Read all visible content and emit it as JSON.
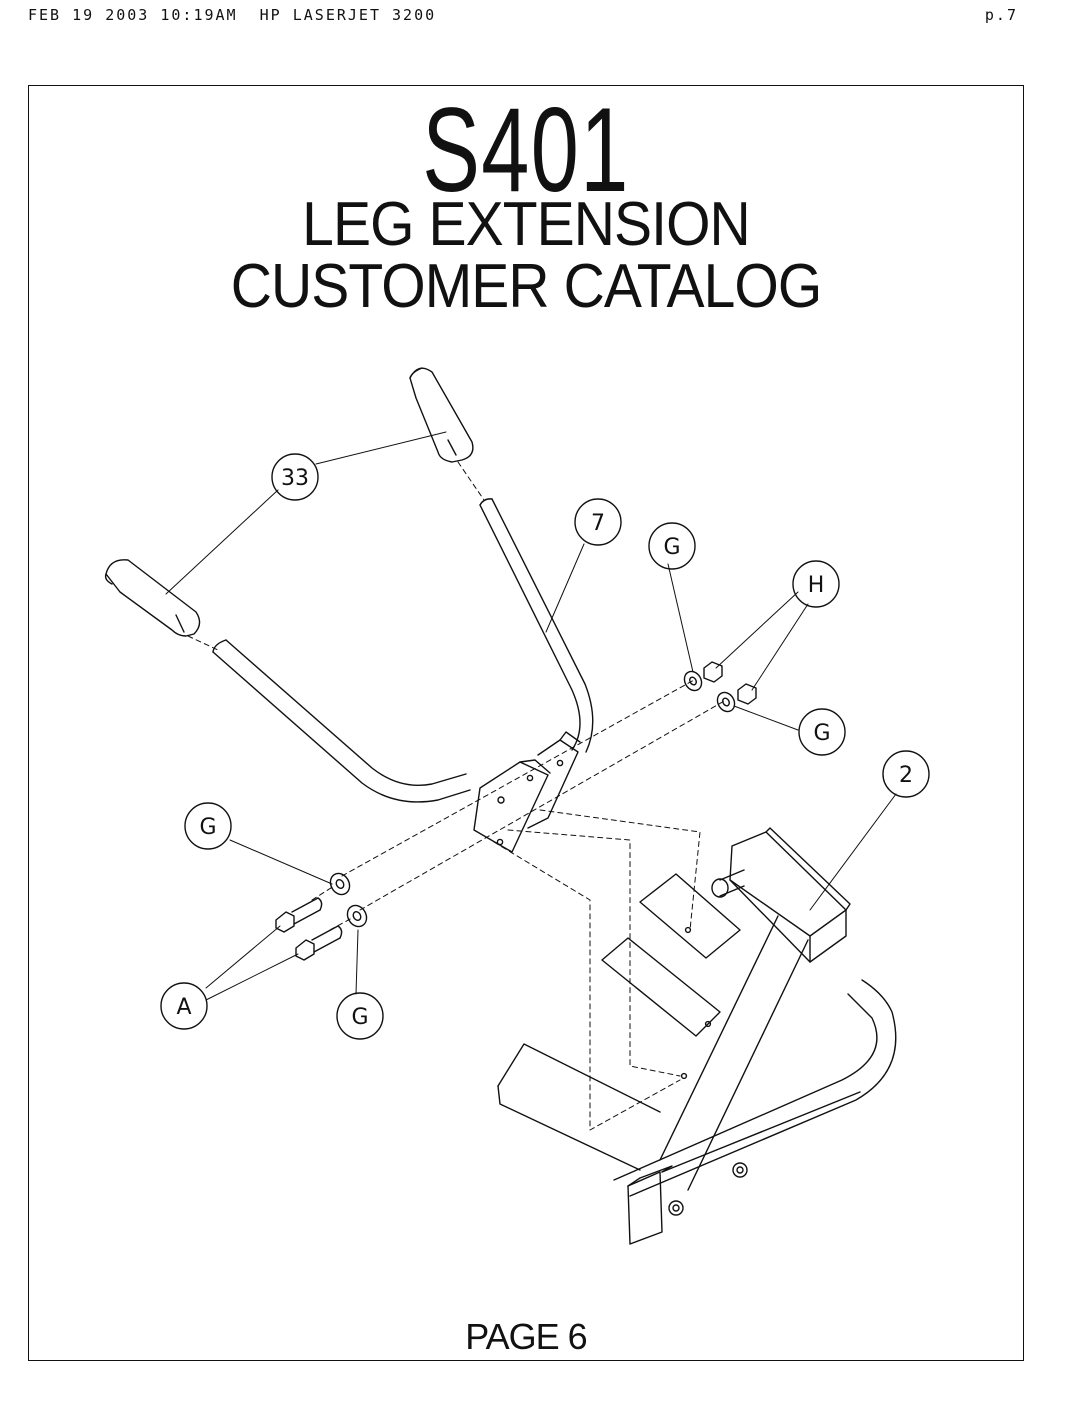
{
  "fax_header": {
    "left": "FEB 19 2003 10:19AM  HP LASERJET 3200",
    "right": "p.7"
  },
  "catalog": {
    "model": "S401",
    "title_line1": "LEG EXTENSION",
    "title_line2": "CUSTOMER CATALOG",
    "page_label": "PAGE 6"
  },
  "callouts": {
    "c33": "33",
    "c7": "7",
    "cG_top": "G",
    "cH": "H",
    "cG_right": "G",
    "c2": "2",
    "cG_left": "G",
    "cA": "A",
    "cG_bottom": "G"
  }
}
